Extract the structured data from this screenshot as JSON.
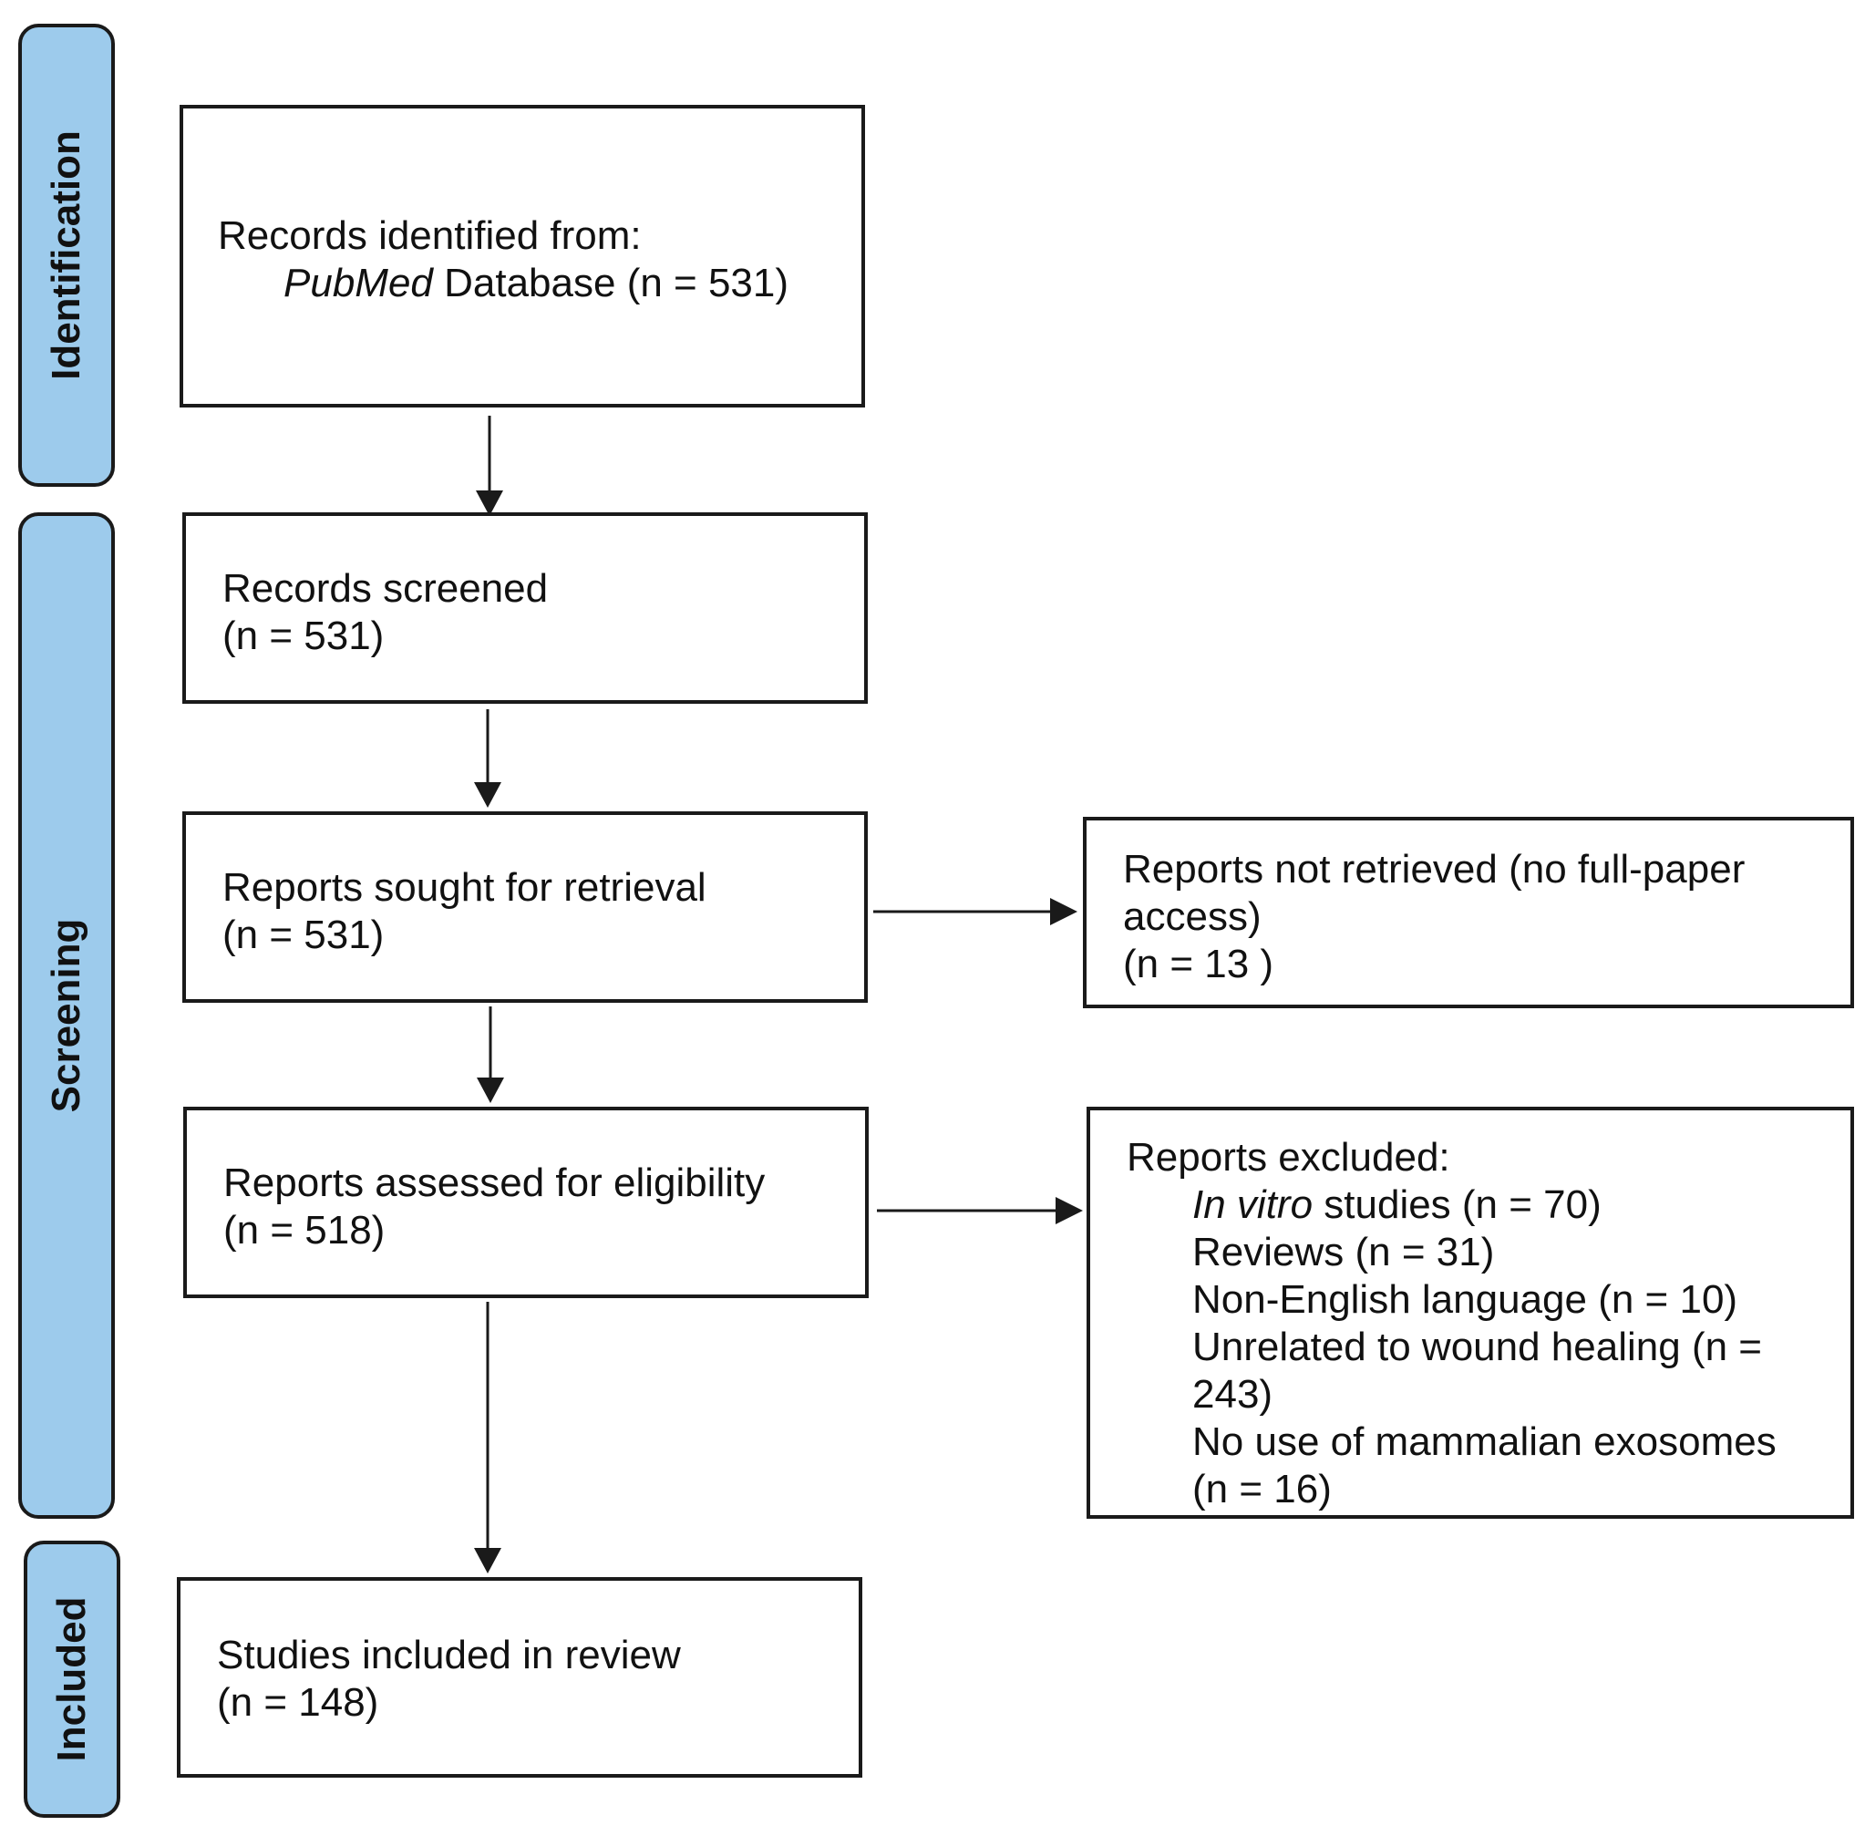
{
  "stages": {
    "identification": "Identification",
    "screening": "Screening",
    "included": "Included"
  },
  "boxes": {
    "identified": {
      "line1": "Records identified from:",
      "source_italic": "PubMed",
      "source_rest": " Database (n = 531)"
    },
    "screened": {
      "label": "Records screened",
      "count": "(n = 531)"
    },
    "sought": {
      "label": "Reports sought for retrieval",
      "count": "(n = 531)"
    },
    "not_retrieved": {
      "line1": "Reports not retrieved (no full-paper",
      "line2": "access)",
      "count": "(n = 13 )"
    },
    "assessed": {
      "label": "Reports assessed for eligibility",
      "count": "(n = 518)"
    },
    "excluded": {
      "title": "Reports excluded:",
      "in_vitro_italic": "In vitro",
      "in_vitro_rest": " studies (n = 70)",
      "reviews": "Reviews (n = 31)",
      "non_english": "Non-English language (n = 10)",
      "unrelated_line1": "Unrelated to wound healing (n =",
      "unrelated_line2": "243)",
      "no_mammalian_line1": "No use of mammalian exosomes",
      "no_mammalian_line2": "(n = 16)"
    },
    "included": {
      "label": "Studies included in review",
      "count": "(n = 148)"
    }
  },
  "colors": {
    "stage_fill": "#9dcbec",
    "stroke": "#1a1a1a"
  }
}
